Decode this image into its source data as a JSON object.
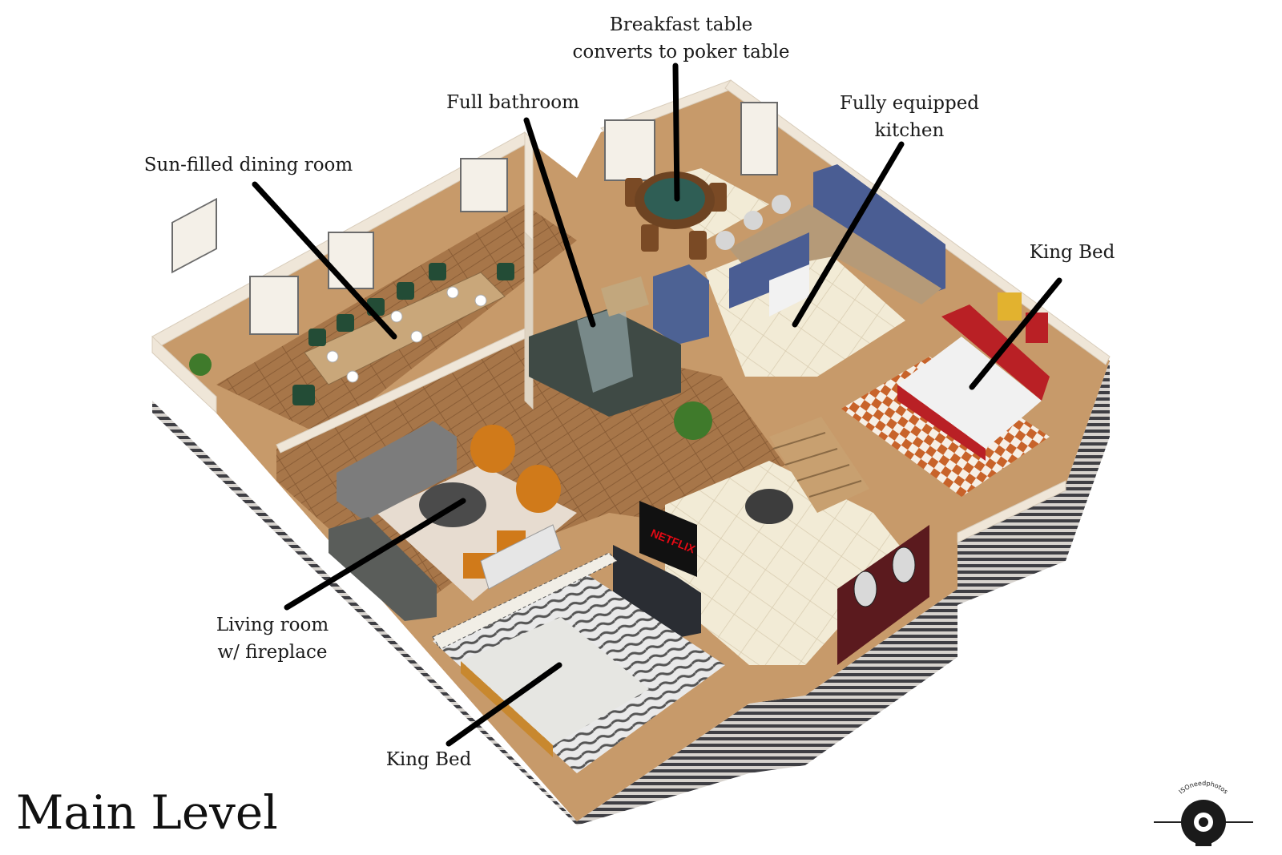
{
  "labels": {
    "breakfast_line1": "Breakfast table",
    "breakfast_line2": "converts to poker table",
    "bathroom": "Full bathroom",
    "dining": "Sun-filled dining room",
    "kitchen_line1": "Fully equipped",
    "kitchen_line2": "kitchen",
    "king_bed_right": "King Bed",
    "living_line1": "Living room",
    "living_line2": "w/ fireplace",
    "king_bed_bottom": "King Bed"
  },
  "title": "Main Level",
  "watermark": "ISOneedphotos",
  "tv_brand": "NETFLIX",
  "colors": {
    "wall": "#efe6d8",
    "wood_floor": "#a9784a",
    "tile_floor": "#efe7cf",
    "kitchen_cabinet": "#4a5d93",
    "dining_chair": "#234c36",
    "bed_red": "#b92025",
    "sofa": "#707070",
    "leader_line": "#000000"
  }
}
